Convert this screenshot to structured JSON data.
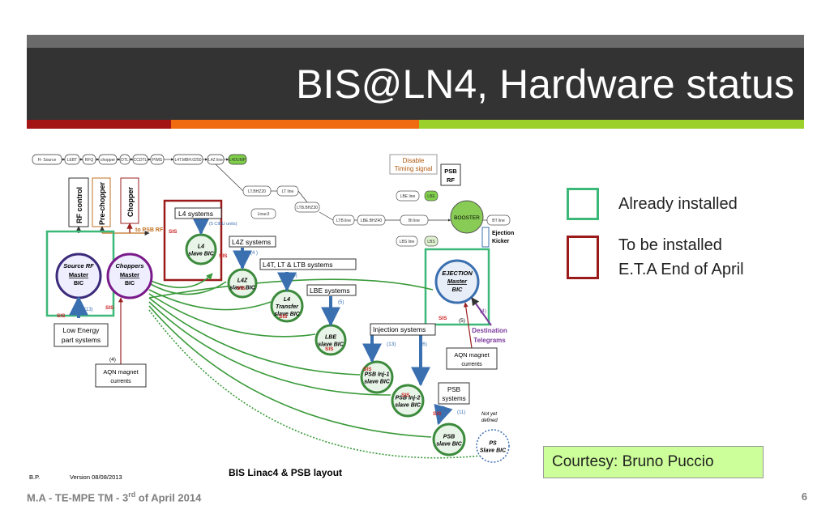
{
  "slide": {
    "title": "BIS@LN4, Hardware status",
    "footer_prefix": "M.A - TE-MPE TM - 3",
    "footer_sup": "rd",
    "footer_suffix": " of April 2014",
    "page_number": "6",
    "courtesy": "Courtesy: Bruno Puccio"
  },
  "colors": {
    "stripe_red": "#a31515",
    "stripe_orange": "#f06a10",
    "stripe_green": "#9bd02a",
    "installed_green": "#3cb878",
    "to_install_red": "#9b1b1b",
    "courtesy_bg": "#ccff99"
  },
  "legend": {
    "installed": "Already installed",
    "to_install_line1": "To be installed",
    "to_install_line2": "E.T.A End of April"
  },
  "diagram": {
    "beamline": [
      "H- Source",
      "LEBT",
      "RFQ",
      "chopper",
      "DTL",
      "CCDTL",
      "PIMS",
      "L4T.MBH.0250",
      "L4Z line",
      "L4DUMP"
    ],
    "lines": {
      "lt_bhz20": "LT.BHZ20",
      "lt_line": "LT line",
      "ltb_bhz30": "LTB.BHZ30",
      "linac3": "Linac3",
      "ltb_line": "LTB line",
      "lbe_bhz40": "LBE.BHZ40",
      "lbe_line": "LBE line",
      "lbe": "LBE",
      "bi_line": "BI line",
      "booster": "BOOSTER",
      "bt_line": "BT line",
      "lbs_line": "LBS line",
      "lbs": "LBS"
    },
    "vertical_boxes": {
      "rf_control": "RF control",
      "pre_chopper": "Pre-chopper",
      "chopper": "Chopper"
    },
    "to_psb_rf": "to PSB RF",
    "disable_timing_line1": "Disable",
    "disable_timing_line2": "Timing signal",
    "psb_rf_line1": "PSB",
    "psb_rf_line2": "RF",
    "ejection_kicker_line1": "Ejection",
    "ejection_kicker_line2": "Kicker",
    "bics": {
      "source_rf_line1": "Source RF",
      "source_rf_line2": "Master",
      "source_rf_line3": "BIC",
      "choppers_line1": "Choppers",
      "choppers_line2": "Master",
      "choppers_line3": "BIC",
      "l4_line1": "L4",
      "l4_line2": "slave BIC",
      "l4z_line1": "L4Z",
      "l4z_line2": "slave BIC",
      "l4t_line1": "L4",
      "l4t_line2": "Transfer",
      "l4t_line3": "slave BIC",
      "lbe_line1": "LBE",
      "lbe_line2": "slave BIC",
      "psb_inj1_line1": "PSB Inj-1",
      "psb_inj1_line2": "slave BIC",
      "psb_inj2_line1": "PSB Inj-2",
      "psb_inj2_line2": "slave BIC",
      "psb_line1": "PSB",
      "psb_line2": "slave BIC",
      "ps_line1": "PS",
      "ps_line2": "Slave BIC",
      "ejection_line1": "EJECTION",
      "ejection_line2": "Master",
      "ejection_line3": "BIC"
    },
    "system_labels": {
      "l4": "L4 systems",
      "l4_units": "(5 CIBU units)",
      "l4z": "L4Z systems",
      "l4z_count": "(4 )",
      "l4t": "L4T, LT & LTB systems",
      "l4t_count": "(10)",
      "lbe": "LBE systems",
      "lbe_count": "(5)",
      "injection": "Injection systems",
      "inj1_count": "(13)",
      "inj2_count": "(6)",
      "psb_line1": "PSB",
      "psb_line2": "systems",
      "psb_count": "(11)",
      "low_energy_line1": "Low Energy",
      "low_energy_line2": "part systems",
      "low_energy_count": "(13)",
      "aqn_left_count": "(4)",
      "aqn_left_line1": "AQN magnet",
      "aqn_left_line2": "currents",
      "aqn_right_line1": "AQN magnet",
      "aqn_right_line2": "currents",
      "dest_count": "(4)",
      "ejection_count": "(5)",
      "dest_line1": "Destination",
      "dest_line2": "Telegrams",
      "not_yet_line1": "Not yet",
      "not_yet_line2": "defined"
    },
    "sis": "SIS",
    "credit": "B.P.",
    "version": "Version 08/08/2013",
    "caption": "BIS Linac4 & PSB layout"
  }
}
